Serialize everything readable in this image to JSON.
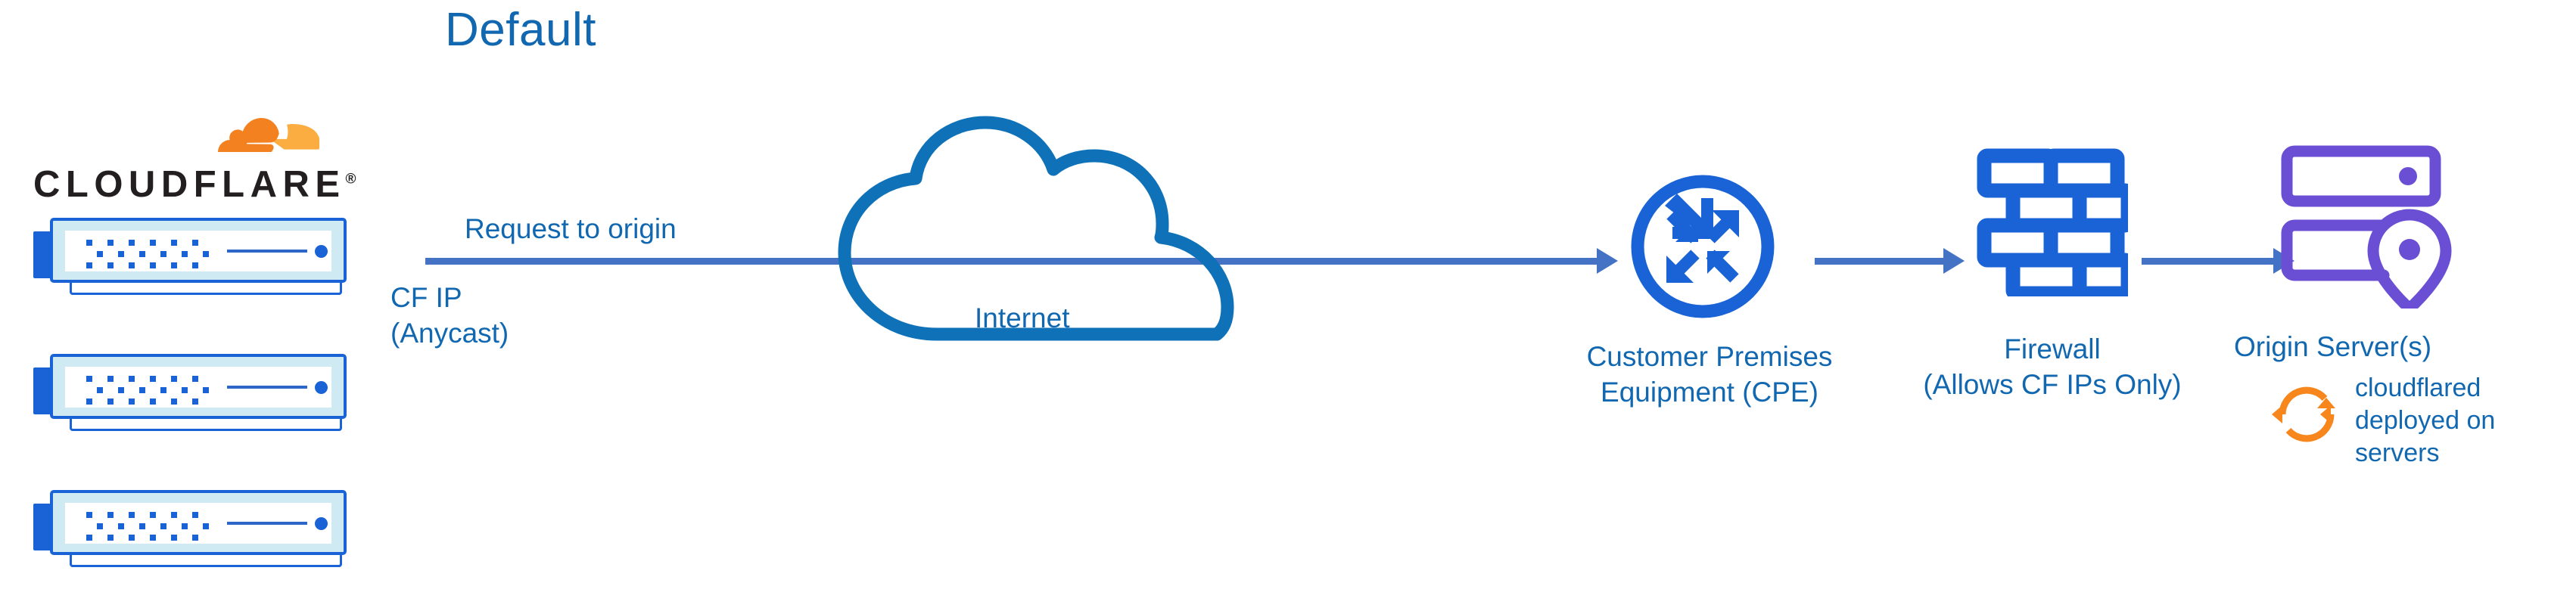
{
  "title": "Default",
  "brand": {
    "wordmark": "CLOUDFLARE",
    "registered": "®",
    "logo_icon": "cloudflare-cloud-logo",
    "orange": "#F48120",
    "orange_light": "#FBAD41",
    "wordmark_color": "#231F20"
  },
  "colors": {
    "title_blue": "#1168B0",
    "label_blue": "#1168B0",
    "icon_blue": "#1A63D6",
    "cloud_blue": "#0F72B8",
    "arrow_blue": "#4472C4",
    "origin_purple": "#6A4FD4",
    "rack_fill": "#CFEAF3",
    "background": "#FFFFFF"
  },
  "nodes": {
    "cdn": {
      "name": "Cloudflare edge servers",
      "rack_count": 3,
      "rack_icon": "server-rack-icon"
    },
    "cf_ip": {
      "line1": "CF IP",
      "line2": "(Anycast)"
    },
    "internet": {
      "label": "Internet",
      "icon": "cloud-outline-icon"
    },
    "cpe": {
      "line1": "Customer Premises",
      "line2": "Equipment (CPE)",
      "icon": "router-icon"
    },
    "firewall": {
      "line1": "Firewall",
      "line2": "(Allows CF IPs Only)",
      "icon": "brick-wall-icon"
    },
    "origin": {
      "label": "Origin Server(s)",
      "icon": "server-stack-pin-icon",
      "note_line1": "cloudflared",
      "note_line2": "deployed on",
      "note_line3": "servers",
      "note_icon": "sync-arrows-icon"
    }
  },
  "flow": {
    "request_label": "Request to origin",
    "arrows": [
      {
        "name": "edge-to-cpe"
      },
      {
        "name": "cpe-to-firewall"
      },
      {
        "name": "firewall-to-origin"
      }
    ]
  }
}
